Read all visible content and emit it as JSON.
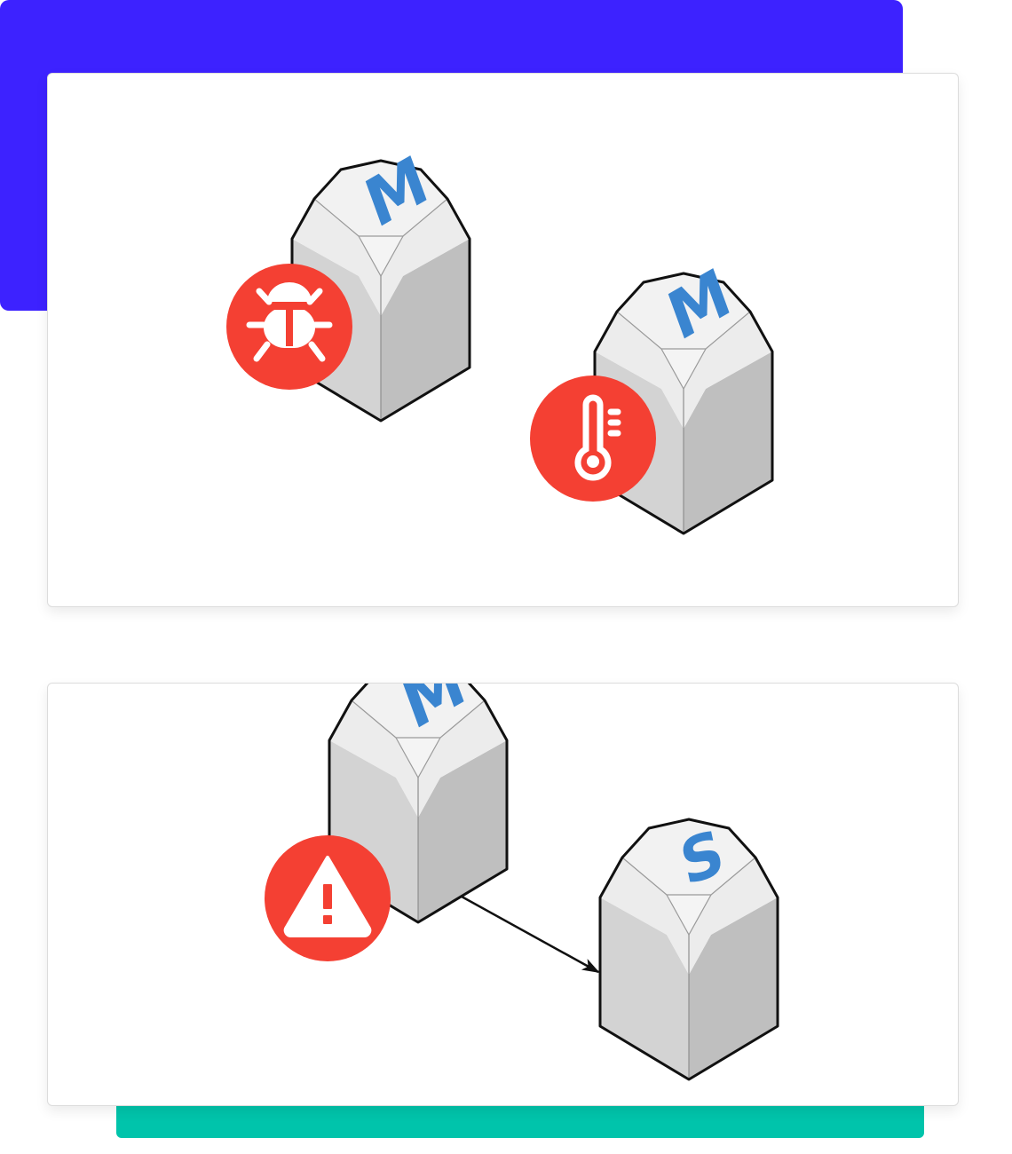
{
  "colors": {
    "accent_top": "#3d22ff",
    "accent_bottom": "#00c4ab",
    "badge": "#f44033",
    "letter": "#3a85d0",
    "cube_left": "#d3d3d3",
    "cube_right": "#bfbfbf",
    "cube_top": "#ececec",
    "cube_top_face": "#f2f2f2",
    "outline": "#111111"
  },
  "top_panel": {
    "nodes": [
      {
        "letter": "M",
        "badge": "bug-icon"
      },
      {
        "letter": "M",
        "badge": "thermometer-icon"
      }
    ]
  },
  "bottom_panel": {
    "nodes": [
      {
        "letter": "M",
        "badge": "warning-icon"
      },
      {
        "letter": "S",
        "badge": ""
      }
    ],
    "edges": [
      {
        "from": "M",
        "to": "S"
      }
    ]
  }
}
